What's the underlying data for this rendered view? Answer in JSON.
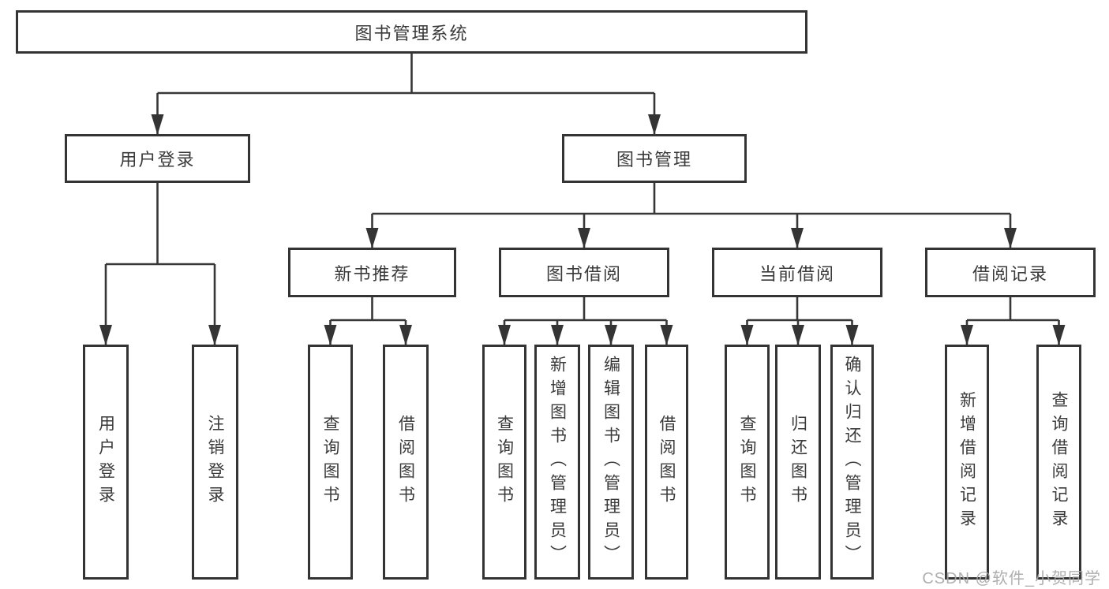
{
  "nodes": {
    "root": "图书管理系统",
    "l2": [
      "用户登录",
      "图书管理"
    ],
    "l3": [
      "新书推荐",
      "图书借阅",
      "当前借阅",
      "借阅记录"
    ],
    "leaves": [
      "用户登录",
      "注销登录",
      "查询图书",
      "借阅图书",
      "查询图书",
      "新增图书（管理员）",
      "编辑图书（管理员）",
      "借阅图书",
      "查询图书",
      "归还图书",
      "确认归还（管理员）",
      "新增借阅记录",
      "查询借阅记录"
    ]
  },
  "hierarchy": {
    "图书管理系统": {
      "用户登录": [
        "用户登录",
        "注销登录"
      ],
      "图书管理": {
        "新书推荐": [
          "查询图书",
          "借阅图书"
        ],
        "图书借阅": [
          "查询图书",
          "新增图书（管理员）",
          "编辑图书（管理员）",
          "借阅图书"
        ],
        "当前借阅": [
          "查询图书",
          "归还图书",
          "确认归还（管理员）"
        ],
        "借阅记录": [
          "新增借阅记录",
          "查询借阅记录"
        ]
      }
    }
  },
  "watermark": "CSDN @软件_小贺同学",
  "colors": {
    "line": "#373737",
    "box_border": "#343434",
    "text": "#3a3a3a",
    "watermark": "#a8a8a8",
    "background": "#ffffff"
  }
}
